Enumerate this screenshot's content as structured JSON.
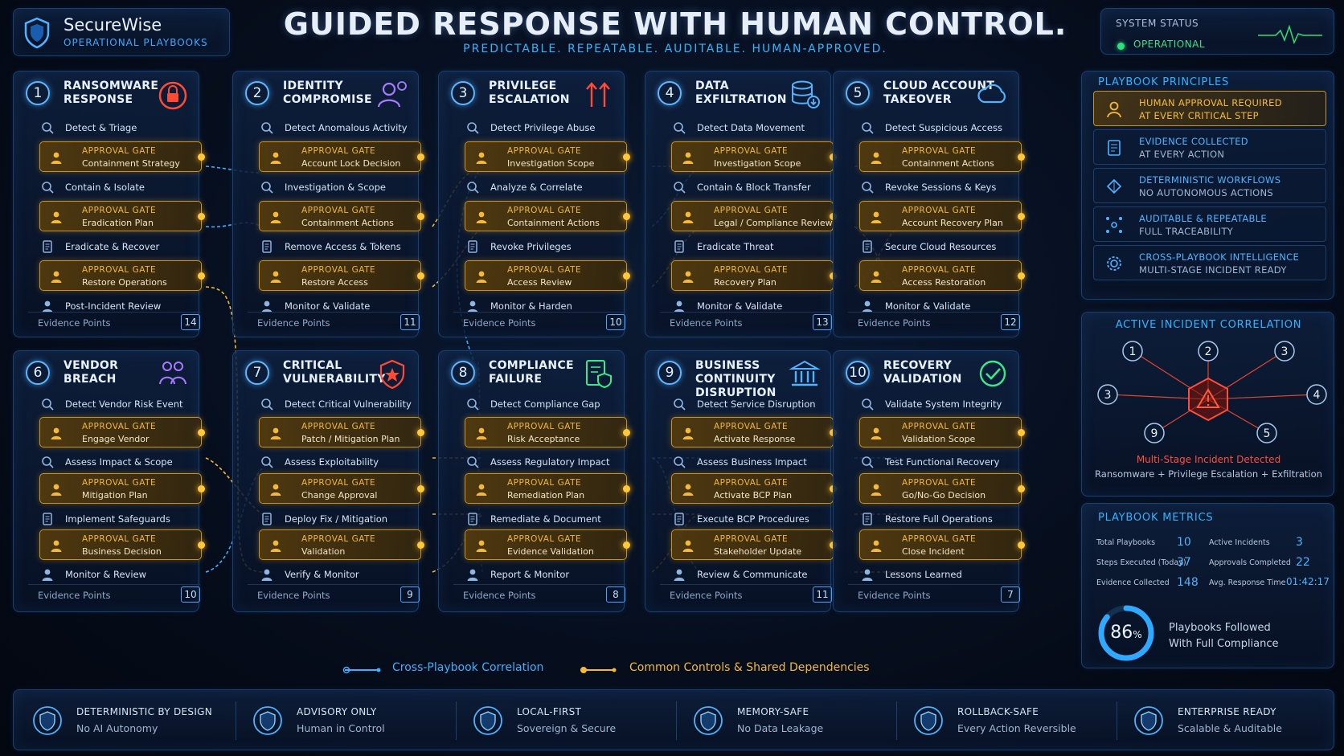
{
  "brand": {
    "name": "SecureWise",
    "sub": "OPERATIONAL PLAYBOOKS"
  },
  "header": {
    "title": "GUIDED RESPONSE WITH HUMAN CONTROL.",
    "subtitle": "PREDICTABLE. REPEATABLE. AUDITABLE. HUMAN-APPROVED."
  },
  "status": {
    "label": "SYSTEM STATUS",
    "value": "OPERATIONAL",
    "color": "#36e28a"
  },
  "gate_label": "APPROVAL GATE",
  "evidence_label": "Evidence Points",
  "playbooks": [
    {
      "num": "1",
      "title": "RANSOMWARE\nRESPONSE",
      "icon": "lock-alert-icon",
      "evidence": "14",
      "steps": [
        {
          "type": "step",
          "text": "Detect & Triage"
        },
        {
          "type": "gate",
          "text": "Containment Strategy"
        },
        {
          "type": "step",
          "text": "Contain & Isolate"
        },
        {
          "type": "gate",
          "text": "Eradication Plan"
        },
        {
          "type": "step",
          "text": "Eradicate & Recover"
        },
        {
          "type": "gate",
          "text": "Restore Operations"
        },
        {
          "type": "step",
          "text": "Post-Incident Review"
        }
      ]
    },
    {
      "num": "2",
      "title": "IDENTITY\nCOMPROMISE",
      "icon": "user-alert-icon",
      "evidence": "11",
      "steps": [
        {
          "type": "step",
          "text": "Detect Anomalous Activity"
        },
        {
          "type": "gate",
          "text": "Account Lock Decision"
        },
        {
          "type": "step",
          "text": "Investigation & Scope"
        },
        {
          "type": "gate",
          "text": "Containment Actions"
        },
        {
          "type": "step",
          "text": "Remove Access & Tokens"
        },
        {
          "type": "gate",
          "text": "Restore Access"
        },
        {
          "type": "step",
          "text": "Monitor & Validate"
        }
      ]
    },
    {
      "num": "3",
      "title": "PRIVILEGE\nESCALATION",
      "icon": "arrows-up-icon",
      "evidence": "10",
      "steps": [
        {
          "type": "step",
          "text": "Detect Privilege Abuse"
        },
        {
          "type": "gate",
          "text": "Investigation Scope"
        },
        {
          "type": "step",
          "text": "Analyze & Correlate"
        },
        {
          "type": "gate",
          "text": "Containment Actions"
        },
        {
          "type": "step",
          "text": "Revoke Privileges"
        },
        {
          "type": "gate",
          "text": "Access Review"
        },
        {
          "type": "step",
          "text": "Monitor & Harden"
        }
      ]
    },
    {
      "num": "4",
      "title": "DATA\nEXFILTRATION",
      "icon": "database-download-icon",
      "evidence": "13",
      "steps": [
        {
          "type": "step",
          "text": "Detect Data Movement"
        },
        {
          "type": "gate",
          "text": "Investigation Scope"
        },
        {
          "type": "step",
          "text": "Contain & Block Transfer"
        },
        {
          "type": "gate",
          "text": "Legal / Compliance Review"
        },
        {
          "type": "step",
          "text": "Eradicate Threat"
        },
        {
          "type": "gate",
          "text": "Recovery Plan"
        },
        {
          "type": "step",
          "text": "Monitor & Validate"
        }
      ]
    },
    {
      "num": "5",
      "title": "CLOUD ACCOUNT\nTAKEOVER",
      "icon": "cloud-icon",
      "evidence": "12",
      "steps": [
        {
          "type": "step",
          "text": "Detect Suspicious Access"
        },
        {
          "type": "gate",
          "text": "Containment Actions"
        },
        {
          "type": "step",
          "text": "Revoke Sessions & Keys"
        },
        {
          "type": "gate",
          "text": "Account Recovery Plan"
        },
        {
          "type": "step",
          "text": "Secure Cloud Resources"
        },
        {
          "type": "gate",
          "text": "Access Restoration"
        },
        {
          "type": "step",
          "text": "Monitor & Validate"
        }
      ]
    },
    {
      "num": "6",
      "title": "VENDOR\nBREACH",
      "icon": "users-icon",
      "evidence": "10",
      "steps": [
        {
          "type": "step",
          "text": "Detect Vendor Risk Event"
        },
        {
          "type": "gate",
          "text": "Engage Vendor"
        },
        {
          "type": "step",
          "text": "Assess Impact & Scope"
        },
        {
          "type": "gate",
          "text": "Mitigation Plan"
        },
        {
          "type": "step",
          "text": "Implement Safeguards"
        },
        {
          "type": "gate",
          "text": "Business Decision"
        },
        {
          "type": "step",
          "text": "Monitor & Review"
        }
      ]
    },
    {
      "num": "7",
      "title": "CRITICAL\nVULNERABILITY",
      "icon": "shield-star-icon",
      "evidence": "9",
      "steps": [
        {
          "type": "step",
          "text": "Detect Critical Vulnerability"
        },
        {
          "type": "gate",
          "text": "Patch / Mitigation Plan"
        },
        {
          "type": "step",
          "text": "Assess Exploitability"
        },
        {
          "type": "gate",
          "text": "Change Approval"
        },
        {
          "type": "step",
          "text": "Deploy Fix / Mitigation"
        },
        {
          "type": "gate",
          "text": "Validation"
        },
        {
          "type": "step",
          "text": "Verify & Monitor"
        }
      ]
    },
    {
      "num": "8",
      "title": "COMPLIANCE\nFAILURE",
      "icon": "document-shield-icon",
      "evidence": "8",
      "steps": [
        {
          "type": "step",
          "text": "Detect Compliance Gap"
        },
        {
          "type": "gate",
          "text": "Risk Acceptance"
        },
        {
          "type": "step",
          "text": "Assess Regulatory Impact"
        },
        {
          "type": "gate",
          "text": "Remediation Plan"
        },
        {
          "type": "step",
          "text": "Remediate & Document"
        },
        {
          "type": "gate",
          "text": "Evidence Validation"
        },
        {
          "type": "step",
          "text": "Report & Monitor"
        }
      ]
    },
    {
      "num": "9",
      "title": "BUSINESS CONTINUITY\nDISRUPTION",
      "icon": "building-icon",
      "evidence": "11",
      "steps": [
        {
          "type": "step",
          "text": "Detect Service Disruption"
        },
        {
          "type": "gate",
          "text": "Activate Response"
        },
        {
          "type": "step",
          "text": "Assess Business Impact"
        },
        {
          "type": "gate",
          "text": "Activate BCP Plan"
        },
        {
          "type": "step",
          "text": "Execute BCP Procedures"
        },
        {
          "type": "gate",
          "text": "Stakeholder Update"
        },
        {
          "type": "step",
          "text": "Review & Communicate"
        }
      ]
    },
    {
      "num": "10",
      "title": "RECOVERY\nVALIDATION",
      "icon": "check-circle-icon",
      "evidence": "7",
      "steps": [
        {
          "type": "step",
          "text": "Validate System Integrity"
        },
        {
          "type": "gate",
          "text": "Validation Scope"
        },
        {
          "type": "step",
          "text": "Test Functional Recovery"
        },
        {
          "type": "gate",
          "text": "Go/No-Go Decision"
        },
        {
          "type": "step",
          "text": "Restore Full Operations"
        },
        {
          "type": "gate",
          "text": "Close Incident"
        },
        {
          "type": "step",
          "text": "Lessons Learned"
        }
      ]
    }
  ],
  "principles": {
    "title": "PLAYBOOK PRINCIPLES",
    "items": [
      {
        "l1": "HUMAN APPROVAL REQUIRED",
        "l2": "AT EVERY CRITICAL STEP",
        "icon": "user-icon"
      },
      {
        "l1": "EVIDENCE COLLECTED",
        "l2": "AT EVERY ACTION",
        "icon": "document-icon"
      },
      {
        "l1": "DETERMINISTIC WORKFLOWS",
        "l2": "NO AUTONOMOUS ACTIONS",
        "icon": "workflow-icon"
      },
      {
        "l1": "AUDITABLE & REPEATABLE",
        "l2": "FULL TRACEABILITY",
        "icon": "network-icon"
      },
      {
        "l1": "CROSS-PLAYBOOK INTELLIGENCE",
        "l2": "MULTI-STAGE INCIDENT READY",
        "icon": "gear-shield-icon"
      }
    ]
  },
  "correlation": {
    "title": "ACTIVE INCIDENT CORRELATION",
    "nodes": [
      "1",
      "2",
      "3",
      "4",
      "5",
      "9",
      "3"
    ],
    "detected": "Multi-Stage Incident Detected",
    "combo": "Ransomware + Privilege Escalation + Exfiltration"
  },
  "metrics": {
    "title": "PLAYBOOK METRICS",
    "items": [
      {
        "label": "Total Playbooks",
        "value": "10"
      },
      {
        "label": "Active Incidents",
        "value": "3"
      },
      {
        "label": "Steps Executed (Today)",
        "value": "37"
      },
      {
        "label": "Approvals Completed",
        "value": "22"
      },
      {
        "label": "Evidence Collected",
        "value": "148"
      },
      {
        "label": "Avg. Response Time",
        "value": "01:42:17"
      }
    ],
    "compliance_pct": 86,
    "compliance_value": "86",
    "compliance_unit": "%",
    "compliance_label": "Playbooks Followed\nWith Full Compliance"
  },
  "legend": {
    "blue": "Cross-Playbook Correlation",
    "gold": "Common Controls & Shared Dependencies",
    "blue_color": "#3fb0ff",
    "gold_color": "#f4b93a"
  },
  "footer": [
    {
      "l1": "DETERMINISTIC BY DESIGN",
      "l2": "No AI Autonomy",
      "icon": "asterisk-icon"
    },
    {
      "l1": "ADVISORY ONLY",
      "l2": "Human in Control",
      "icon": "human-shield-icon"
    },
    {
      "l1": "LOCAL-FIRST",
      "l2": "Sovereign & Secure",
      "icon": "globe-icon"
    },
    {
      "l1": "MEMORY-SAFE",
      "l2": "No Data Leakage",
      "icon": "memory-shield-icon"
    },
    {
      "l1": "ROLLBACK-SAFE",
      "l2": "Every Action Reversible",
      "icon": "rollback-icon"
    },
    {
      "l1": "ENTERPRISE READY",
      "l2": "Scalable & Auditable",
      "icon": "enterprise-icon"
    }
  ]
}
